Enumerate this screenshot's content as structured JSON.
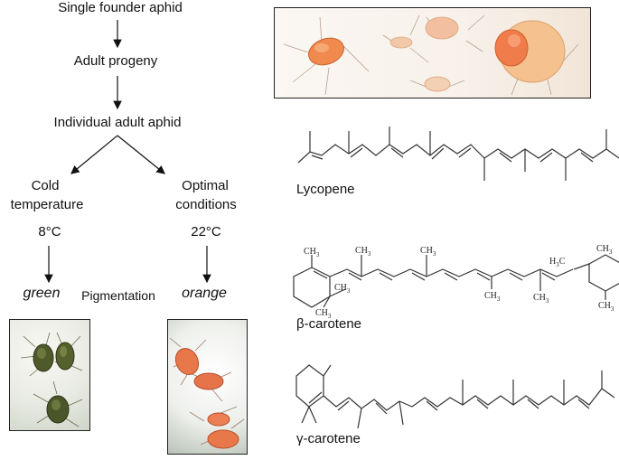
{
  "flow": {
    "founder": "Single founder aphid",
    "progeny": "Adult progeny",
    "individual": "Individual adult aphid",
    "cold_line1": "Cold",
    "cold_line2": "temperature",
    "optimal_line1": "Optimal",
    "optimal_line2": "conditions",
    "cold_temp": "8°C",
    "optimal_temp": "22°C",
    "green": "green",
    "pigmentation": "Pigmentation",
    "orange": "orange"
  },
  "molecules": {
    "lycopene": "Lycopene",
    "beta": "β-carotene",
    "gamma": "γ-carotene",
    "ch3": "CH",
    "ch3_sub": "3",
    "h3c": "H",
    "h3c_sub": "3",
    "h3c_c": "C"
  },
  "colors": {
    "green_aphid": "#4f5a2a",
    "orange_aphid": "#e8774a",
    "pale_aphid": "#f2c9a8"
  }
}
